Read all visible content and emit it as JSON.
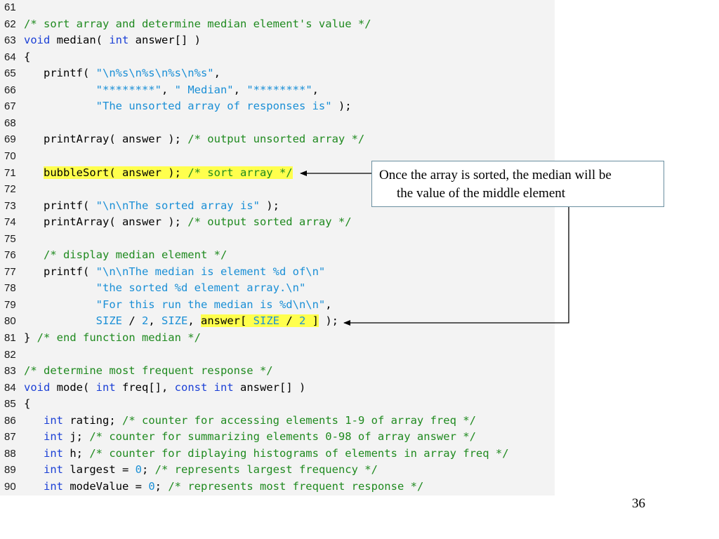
{
  "code_lines": [
    {
      "num": "61",
      "tokens": []
    },
    {
      "num": "62",
      "tokens": [
        {
          "t": "comment",
          "v": "/* sort array and determine median element's value */"
        }
      ]
    },
    {
      "num": "63",
      "tokens": [
        {
          "t": "keyword",
          "v": "void"
        },
        {
          "t": "plain",
          "v": " median( "
        },
        {
          "t": "keyword",
          "v": "int"
        },
        {
          "t": "plain",
          "v": " answer[] )"
        }
      ]
    },
    {
      "num": "64",
      "tokens": [
        {
          "t": "plain",
          "v": "{"
        }
      ]
    },
    {
      "num": "65",
      "tokens": [
        {
          "t": "plain",
          "v": "   printf( "
        },
        {
          "t": "string",
          "v": "\"\\n%s\\n%s\\n%s\\n%s\""
        },
        {
          "t": "plain",
          "v": ","
        }
      ]
    },
    {
      "num": "66",
      "tokens": [
        {
          "t": "plain",
          "v": "           "
        },
        {
          "t": "string",
          "v": "\"********\""
        },
        {
          "t": "plain",
          "v": ", "
        },
        {
          "t": "string",
          "v": "\" Median\""
        },
        {
          "t": "plain",
          "v": ", "
        },
        {
          "t": "string",
          "v": "\"********\""
        },
        {
          "t": "plain",
          "v": ","
        }
      ]
    },
    {
      "num": "67",
      "tokens": [
        {
          "t": "plain",
          "v": "           "
        },
        {
          "t": "string",
          "v": "\"The unsorted array of responses is\""
        },
        {
          "t": "plain",
          "v": " );"
        }
      ]
    },
    {
      "num": "68",
      "tokens": []
    },
    {
      "num": "69",
      "tokens": [
        {
          "t": "plain",
          "v": "   printArray( answer ); "
        },
        {
          "t": "comment",
          "v": "/* output unsorted array */"
        }
      ]
    },
    {
      "num": "70",
      "tokens": []
    },
    {
      "num": "71",
      "tokens": [
        {
          "t": "plain",
          "v": "   "
        },
        {
          "t": "plain",
          "v": "bubbleSort( answer ); ",
          "hl": true
        },
        {
          "t": "comment",
          "v": "/* sort array */",
          "hl": true
        }
      ]
    },
    {
      "num": "72",
      "tokens": []
    },
    {
      "num": "73",
      "tokens": [
        {
          "t": "plain",
          "v": "   printf( "
        },
        {
          "t": "string",
          "v": "\"\\n\\nThe sorted array is\""
        },
        {
          "t": "plain",
          "v": " );"
        }
      ]
    },
    {
      "num": "74",
      "tokens": [
        {
          "t": "plain",
          "v": "   printArray( answer ); "
        },
        {
          "t": "comment",
          "v": "/* output sorted array */"
        }
      ]
    },
    {
      "num": "75",
      "tokens": []
    },
    {
      "num": "76",
      "tokens": [
        {
          "t": "plain",
          "v": "   "
        },
        {
          "t": "comment",
          "v": "/* display median element */"
        }
      ]
    },
    {
      "num": "77",
      "tokens": [
        {
          "t": "plain",
          "v": "   printf( "
        },
        {
          "t": "string",
          "v": "\"\\n\\nThe median is element %d of\\n\""
        }
      ]
    },
    {
      "num": "78",
      "tokens": [
        {
          "t": "plain",
          "v": "           "
        },
        {
          "t": "string",
          "v": "\"the sorted %d element array.\\n\""
        }
      ]
    },
    {
      "num": "79",
      "tokens": [
        {
          "t": "plain",
          "v": "           "
        },
        {
          "t": "string",
          "v": "\"For this run the median is %d\\n\\n\""
        },
        {
          "t": "plain",
          "v": ","
        }
      ]
    },
    {
      "num": "80",
      "tokens": [
        {
          "t": "plain",
          "v": "           "
        },
        {
          "t": "string",
          "v": "SIZE"
        },
        {
          "t": "plain",
          "v": " / "
        },
        {
          "t": "num",
          "v": "2"
        },
        {
          "t": "plain",
          "v": ", "
        },
        {
          "t": "string",
          "v": "SIZE"
        },
        {
          "t": "plain",
          "v": ", "
        },
        {
          "t": "plain",
          "v": "answer[ ",
          "hl": true
        },
        {
          "t": "string",
          "v": "SIZE",
          "hl": true
        },
        {
          "t": "plain",
          "v": " / ",
          "hl": true
        },
        {
          "t": "num",
          "v": "2",
          "hl": true
        },
        {
          "t": "plain",
          "v": " ]",
          "hl": true
        },
        {
          "t": "plain",
          "v": " );"
        }
      ]
    },
    {
      "num": "81",
      "tokens": [
        {
          "t": "plain",
          "v": "} "
        },
        {
          "t": "comment",
          "v": "/* end function median */"
        }
      ]
    },
    {
      "num": "82",
      "tokens": []
    },
    {
      "num": "83",
      "tokens": [
        {
          "t": "comment",
          "v": "/* determine most frequent response */"
        }
      ]
    },
    {
      "num": "84",
      "tokens": [
        {
          "t": "keyword",
          "v": "void"
        },
        {
          "t": "plain",
          "v": " mode( "
        },
        {
          "t": "keyword",
          "v": "int"
        },
        {
          "t": "plain",
          "v": " freq[], "
        },
        {
          "t": "keyword",
          "v": "const"
        },
        {
          "t": "plain",
          "v": " "
        },
        {
          "t": "keyword",
          "v": "int"
        },
        {
          "t": "plain",
          "v": " answer[] )"
        }
      ]
    },
    {
      "num": "85",
      "tokens": [
        {
          "t": "plain",
          "v": "{"
        }
      ]
    },
    {
      "num": "86",
      "tokens": [
        {
          "t": "plain",
          "v": "   "
        },
        {
          "t": "keyword",
          "v": "int"
        },
        {
          "t": "plain",
          "v": " rating; "
        },
        {
          "t": "comment",
          "v": "/* counter for accessing elements 1-9 of array freq */"
        }
      ]
    },
    {
      "num": "87",
      "tokens": [
        {
          "t": "plain",
          "v": "   "
        },
        {
          "t": "keyword",
          "v": "int"
        },
        {
          "t": "plain",
          "v": " j; "
        },
        {
          "t": "comment",
          "v": "/* counter for summarizing elements 0-98 of array answer */"
        }
      ]
    },
    {
      "num": "88",
      "tokens": [
        {
          "t": "plain",
          "v": "   "
        },
        {
          "t": "keyword",
          "v": "int"
        },
        {
          "t": "plain",
          "v": " h; "
        },
        {
          "t": "comment",
          "v": "/* counter for diplaying histograms of elements in array freq */"
        }
      ]
    },
    {
      "num": "89",
      "tokens": [
        {
          "t": "plain",
          "v": "   "
        },
        {
          "t": "keyword",
          "v": "int"
        },
        {
          "t": "plain",
          "v": " largest = "
        },
        {
          "t": "num",
          "v": "0"
        },
        {
          "t": "plain",
          "v": "; "
        },
        {
          "t": "comment",
          "v": "/* represents largest frequency */"
        }
      ]
    },
    {
      "num": "90",
      "tokens": [
        {
          "t": "plain",
          "v": "   "
        },
        {
          "t": "keyword",
          "v": "int"
        },
        {
          "t": "plain",
          "v": " modeValue = "
        },
        {
          "t": "num",
          "v": "0"
        },
        {
          "t": "plain",
          "v": "; "
        },
        {
          "t": "comment",
          "v": "/* represents most frequent response */"
        }
      ]
    }
  ],
  "callout": {
    "line1": "Once the array is sorted, the median will be",
    "line2": "the value of the middle element"
  },
  "page_number": "36",
  "colors": {
    "comment": "#1f8a1f",
    "keyword": "#1a3fd6",
    "string": "#1a8fd6",
    "highlight": "#ffff4d",
    "panel_bg": "#f3f3f3"
  }
}
